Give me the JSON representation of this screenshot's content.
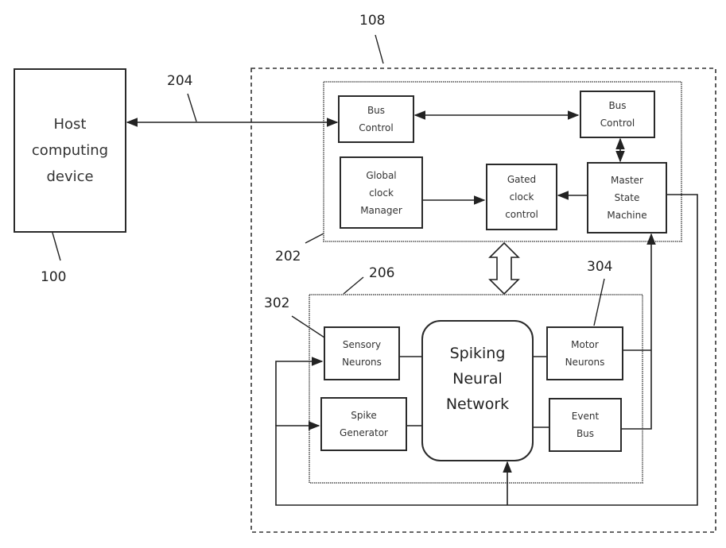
{
  "labels": {
    "ref_100": "100",
    "ref_108": "108",
    "ref_202": "202",
    "ref_204": "204",
    "ref_206": "206",
    "ref_302": "302",
    "ref_304": "304"
  },
  "blocks": {
    "host": [
      "Host",
      "computing",
      "device"
    ],
    "bus_control_left": [
      "Bus",
      "Control"
    ],
    "bus_control_right": [
      "Bus",
      "Control"
    ],
    "global_clock_manager": [
      "Global",
      "clock",
      "Manager"
    ],
    "gated_clock_control": [
      "Gated",
      "clock",
      "control"
    ],
    "master_state_machine": [
      "Master",
      "State",
      "Machine"
    ],
    "sensory_neurons": [
      "Sensory",
      "Neurons"
    ],
    "spike_generator": [
      "Spike",
      "Generator"
    ],
    "spiking_neural_network": [
      "Spiking",
      "Neural",
      "Network"
    ],
    "motor_neurons": [
      "Motor",
      "Neurons"
    ],
    "event_bus": [
      "Event",
      "Bus"
    ]
  }
}
